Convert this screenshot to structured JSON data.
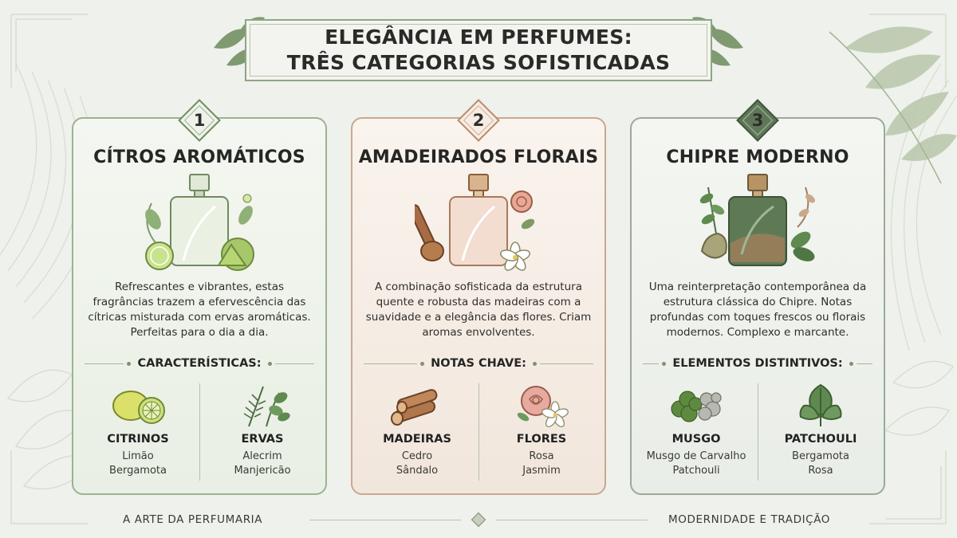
{
  "title": {
    "line1": "ELEGÂNCIA EM PERFUMES:",
    "line2": "TRÊS CATEGORIAS SOFISTICADAS"
  },
  "colors": {
    "accent_green": "#8fa683",
    "accent_rose": "#c9a88e",
    "bottle_green": "#5e7a55",
    "background": "#eff1ec"
  },
  "cards": [
    {
      "number": "1",
      "title": "CÍTROS AROMÁTICOS",
      "icon": "citrus-perfume-bottle-icon",
      "description": "Refrescantes e vibrantes, estas fragrâncias trazem a efervescência das cítricas misturada com ervas aromáticas. Perfeitas para o dia a dia.",
      "section_label": "CARACTERÍSTICAS:",
      "subs": [
        {
          "icon": "lemon-icon",
          "name": "CITRINOS",
          "items": [
            "Limão",
            "Bergamota"
          ]
        },
        {
          "icon": "herbs-icon",
          "name": "ERVAS",
          "items": [
            "Alecrim",
            "Manjericão"
          ]
        }
      ]
    },
    {
      "number": "2",
      "title": "AMADEIRADOS FLORAIS",
      "icon": "woody-floral-perfume-bottle-icon",
      "description": "A combinação sofisticada da estrutura quente e robusta das madeiras com a suavidade e a elegância das flores. Criam aromas envolventes.",
      "section_label": "NOTAS CHAVE:",
      "subs": [
        {
          "icon": "wood-logs-icon",
          "name": "MADEIRAS",
          "items": [
            "Cedro",
            "Sândalo"
          ]
        },
        {
          "icon": "rose-flower-icon",
          "name": "FLORES",
          "items": [
            "Rosa",
            "Jasmim"
          ]
        }
      ]
    },
    {
      "number": "3",
      "title": "CHIPRE MODERNO",
      "icon": "chypre-perfume-bottle-icon",
      "description": "Uma reinterpretação contemporânea da estrutura clássica do Chipre. Notas profundas com toques frescos ou florais modernos. Complexo e marcante.",
      "section_label": "ELEMENTOS DISTINTIVOS:",
      "subs": [
        {
          "icon": "moss-icon",
          "name": "MUSGO",
          "items": [
            "Musgo de Carvalho",
            "Patchouli"
          ]
        },
        {
          "icon": "patchouli-leaf-icon",
          "name": "PATCHOULI",
          "items": [
            "Bergamota",
            "Rosa"
          ]
        }
      ]
    }
  ],
  "footer": {
    "left": "A ARTE DA PERFUMARIA",
    "right": "MODERNIDADE E TRADIÇÃO"
  }
}
